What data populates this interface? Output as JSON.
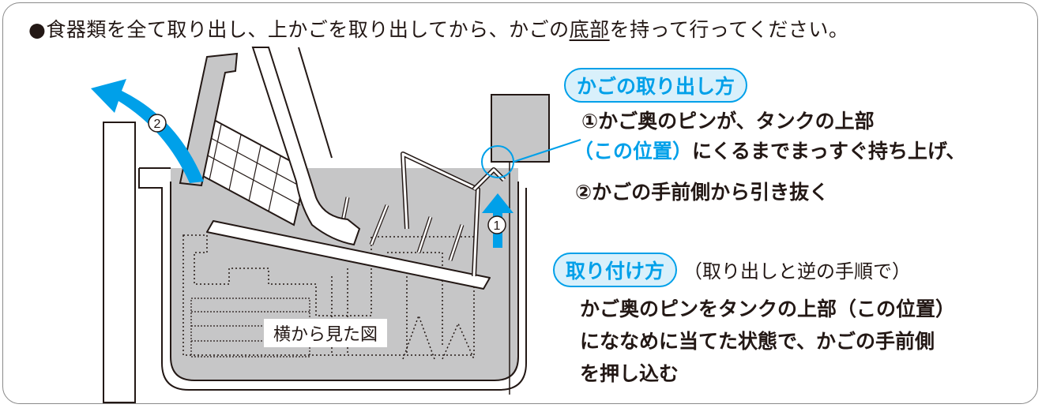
{
  "headline": {
    "bullet": "●",
    "before_underline": "食器類を全て取り出し、上かごを取り出してから、かごの",
    "underlined": "底部",
    "after_underline": "を持って行ってください。"
  },
  "removal": {
    "heading": "かごの取り出し方",
    "step1_line1": "①かご奥のピンが、タンクの上部",
    "step1_highlight": "（この位置）",
    "step1_line2_rest": "にくるまでまっすぐ持ち上げ、",
    "step2": "②かごの手前側から引き抜く"
  },
  "attach": {
    "heading": "取り付け方",
    "note": "（取り出しと逆の手順で）",
    "line1": "かご奥のピンをタンクの上部（この位置）",
    "line2": "にななめに当てた状態で、かごの手前側",
    "line3": "を押し込む"
  },
  "illustration": {
    "side_view_label": "横から見た図",
    "arrow1_number": "1",
    "arrow2_number": "2",
    "accent_color": "#00a0e9",
    "water_color": "#c6c6c7"
  }
}
